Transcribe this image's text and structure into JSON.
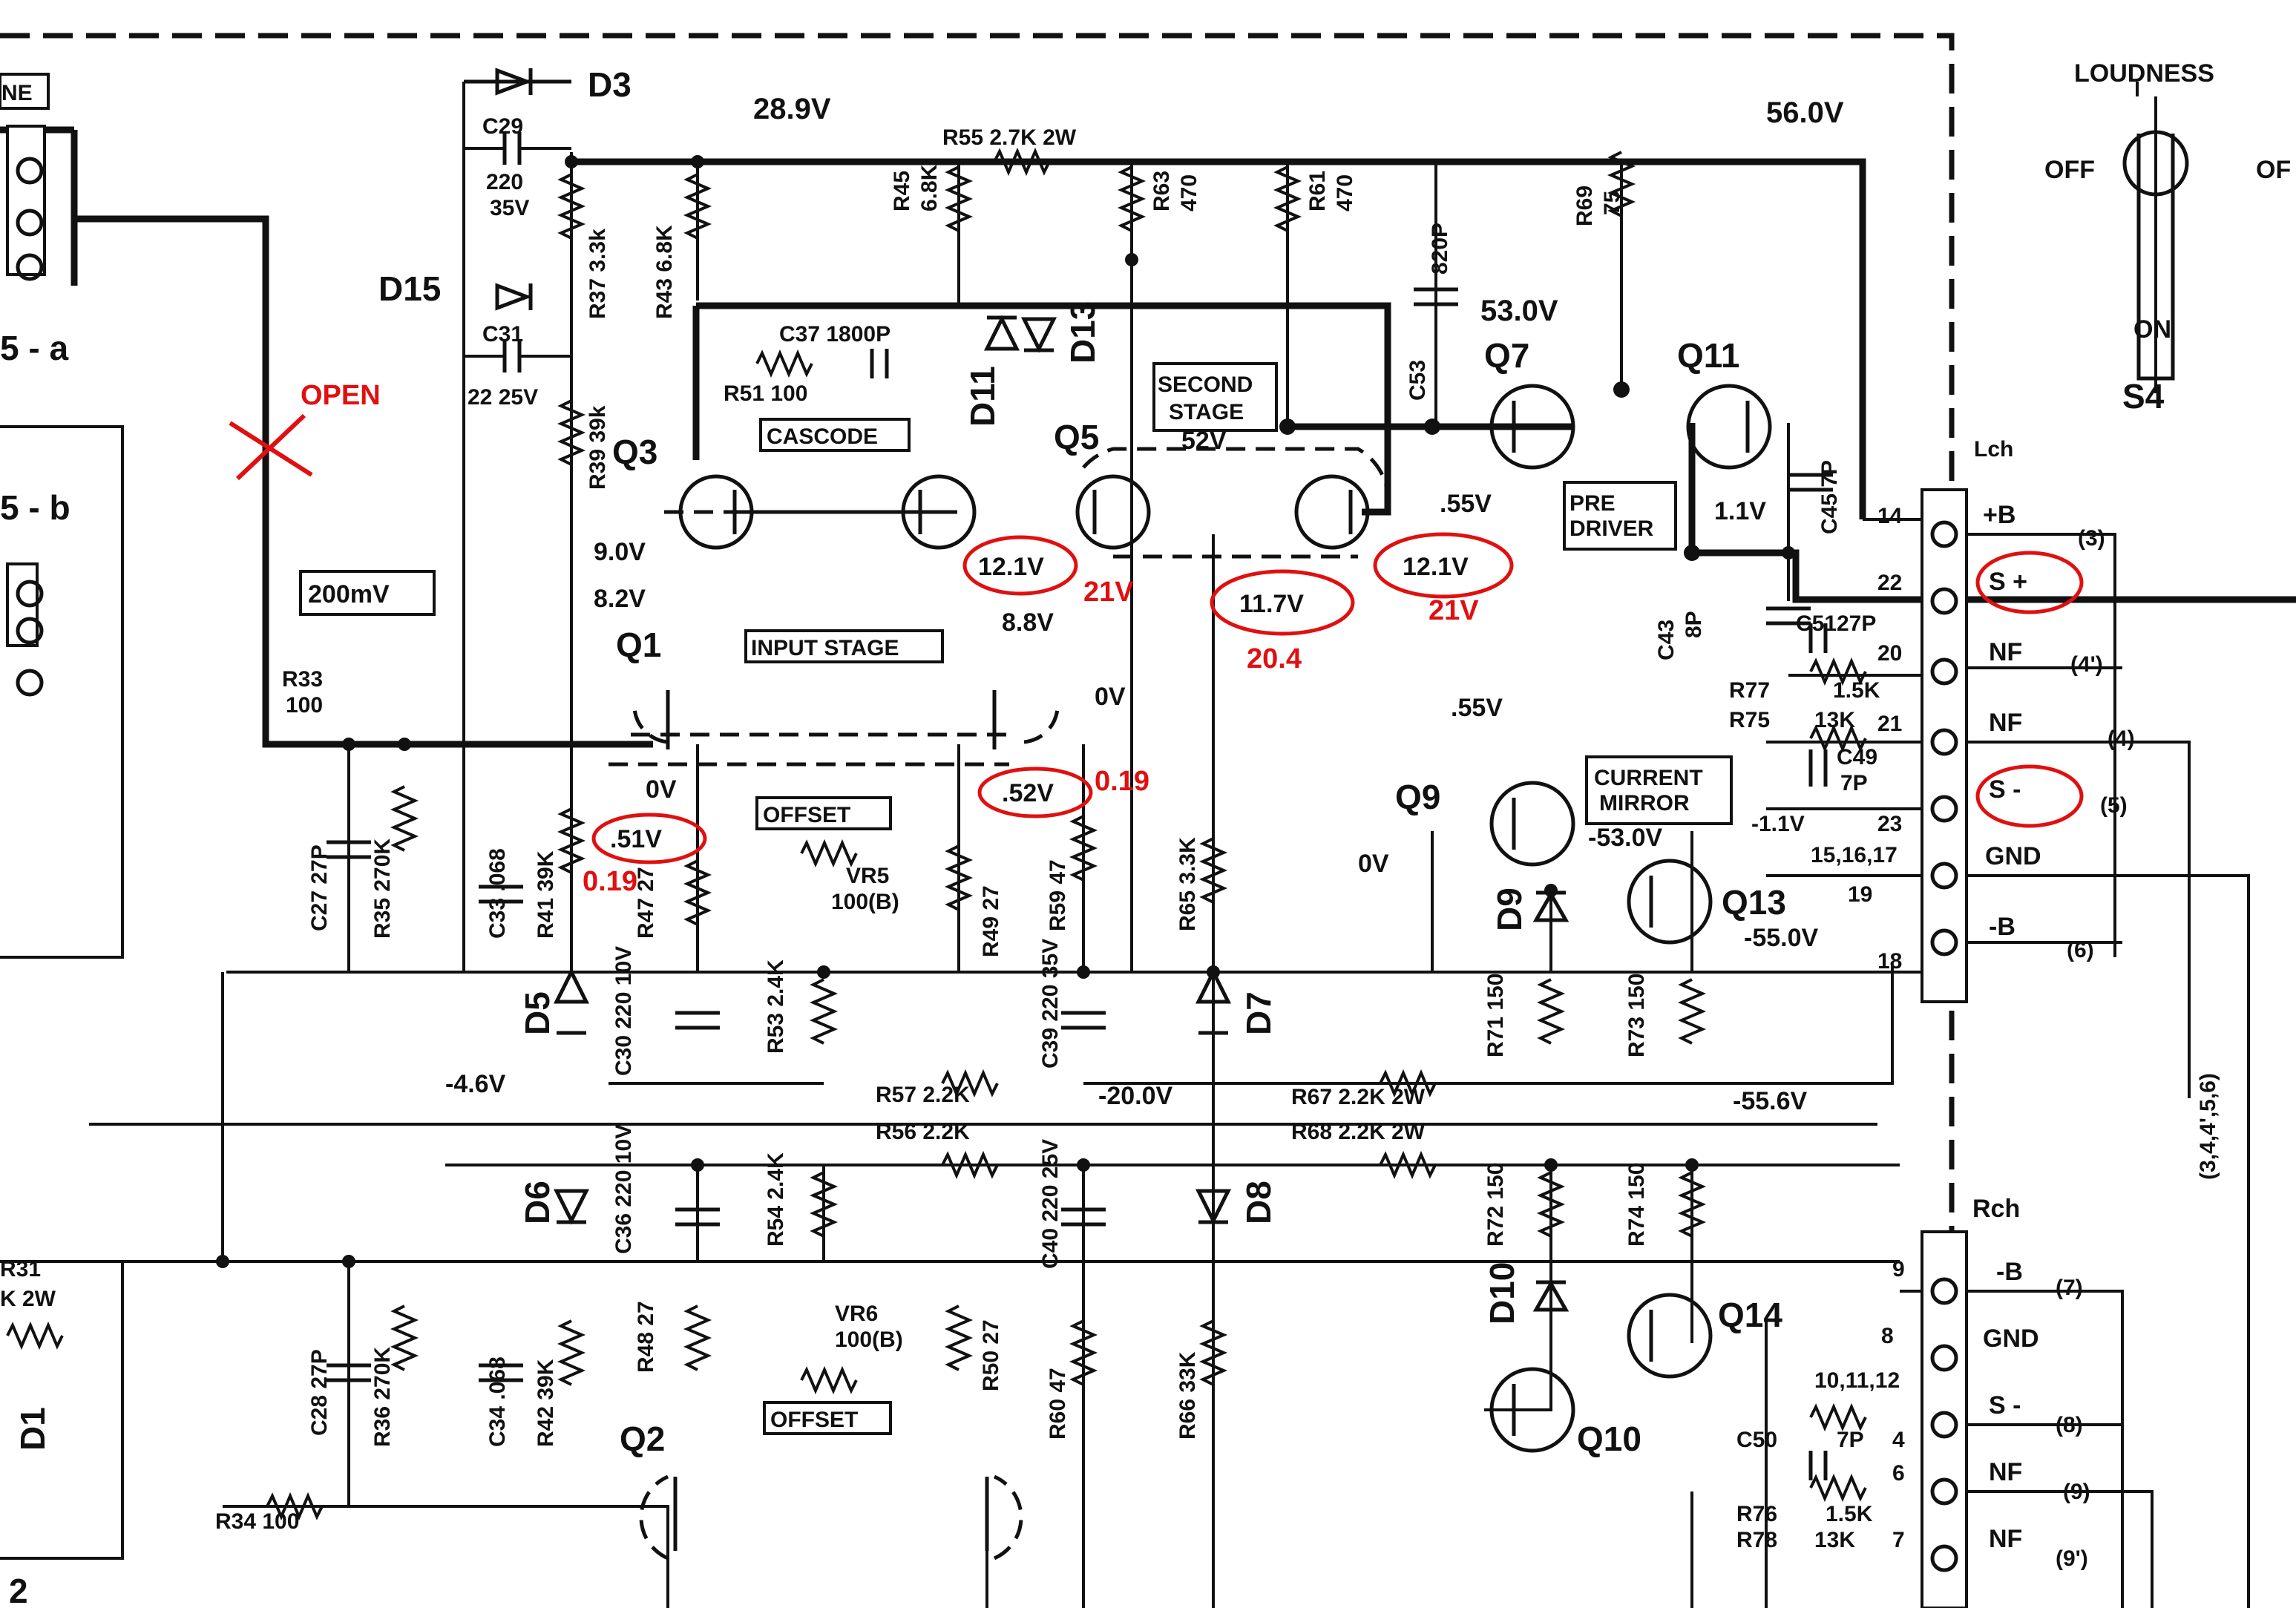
{
  "voltages": {
    "v_28_9": "28.9V",
    "v_56_0": "56.0V",
    "v_53_0": "53.0V",
    "v_52": "52V",
    "v_55_left": ".55V",
    "v_1_1": "1.1V",
    "v_9_0": "9.0V",
    "v_8_2": "8.2V",
    "v_12_1_a": "12.1V",
    "v_12_1_b": "12.1V",
    "v_11_7": "11.7V",
    "v_8_8": "8.8V",
    "v_0v_a": "0V",
    "v_0v_b": "0V",
    "v_0v_c": "0V",
    "v_51": ".51V",
    "v_52b": ".52V",
    "v_55_mid": ".55V",
    "v_neg53": "-53.0V",
    "v_neg1_1": "-1.1V",
    "v_neg55_0": "-55.0V",
    "v_neg4_6": "-4.6V",
    "v_neg20": "-20.0V",
    "v_neg55_6": "-55.6V"
  },
  "annotations": {
    "open": "OPEN",
    "r21_a": "21V",
    "r21_b": "21V",
    "r20_4": "20.4",
    "r0_19_a": "0.19",
    "r0_19_b": "0.19"
  },
  "blocks": {
    "cascode": "CASCODE",
    "second_stage_1": "SECOND",
    "second_stage_2": "STAGE",
    "input_stage": "INPUT STAGE",
    "offset_a": "OFFSET",
    "offset_b": "OFFSET",
    "pre_driver_1": "PRE",
    "pre_driver_2": "DRIVER",
    "current_mirror_1": "CURRENT",
    "current_mirror_2": "MIRROR",
    "mv200": "200mV",
    "ne": "NE"
  },
  "switch": {
    "title": "LOUDNESS",
    "off_l": "OFF",
    "off_r": "OF",
    "on": "ON",
    "name": "S4"
  },
  "transistors": {
    "q1": "Q1",
    "q2": "Q2",
    "q3": "Q3",
    "q5": "Q5",
    "q7": "Q7",
    "q9": "Q9",
    "q10": "Q10",
    "q11": "Q11",
    "q13": "Q13",
    "q14": "Q14"
  },
  "diodes": {
    "d1": "D1",
    "d3": "D3",
    "d5": "D5",
    "d6": "D6",
    "d7": "D7",
    "d8": "D8",
    "d9": "D9",
    "d10": "D10",
    "d11": "D11",
    "d13": "D13",
    "d15": "D15"
  },
  "parts": {
    "c29": "C29",
    "c29v": "220",
    "c29vb": "35V",
    "c31": "C31",
    "c31v": "22 25V",
    "r37": "R37 3.3k",
    "r43": "R43 6.8K",
    "r39": "R39 39k",
    "r55": "R55 2.7K 2W",
    "r45": "R45",
    "r45v": "6.8K",
    "r63": "R63",
    "r63v": "470",
    "r61": "R61",
    "r61v": "470",
    "c53": "C53",
    "c53v": "820P",
    "r69": "R69",
    "r69v": "75",
    "c37": "C37 1800P",
    "r51": "R51 100",
    "r33": "R33",
    "r33v": "100",
    "c27": "C27 27P",
    "r35": "R35 270K",
    "c33": "C33 .068",
    "r41": "R41 39K",
    "r47": "R47 27",
    "vr5": "VR5",
    "vr5v": "100(B)",
    "r49": "R49 27",
    "r59": "R59 47",
    "r65": "R65 3.3K",
    "c43": "C43",
    "c43v": "8P",
    "c51": "C51",
    "c51v": "27P",
    "r77": "R77",
    "r77v": "1.5K",
    "r75": "R75",
    "r75v": "13K",
    "c49": "C49",
    "c49v": "7P",
    "c45": "C45 7P",
    "c30": "C30 220 10V",
    "r53": "R53 2.4K",
    "c39": "C39 220 35V",
    "r71": "R71 150",
    "r73": "R73 150",
    "r57": "R57  2.2K",
    "r56": "R56  2.2K",
    "r67": "R67  2.2K  2W",
    "r68": "R68  2.2K  2W",
    "c36": "C36 220 10V",
    "r54": "R54 2.4K",
    "c40": "C40 220 25V",
    "r72": "R72 150",
    "r74": "R74 150",
    "r31": "R31",
    "r31v": "K 2W",
    "c28": "C28 27P",
    "r36": "R36 270K",
    "c34": "C34 .068",
    "r42": "R42 39K",
    "r48": "R48 27",
    "vr6": "VR6",
    "vr6v": "100(B)",
    "r50": "R50 27",
    "r60": "R60 47",
    "r66": "R66 33K",
    "r34": "R34  100",
    "c50": "C50",
    "c50v": "7P",
    "r76": "R76",
    "r76v": "1.5K",
    "r78": "R78",
    "r78v": "13K",
    "sa": "5 - a",
    "sb": "5 - b",
    "n2": "2"
  },
  "connector_lch": {
    "title": "Lch",
    "pins": [
      "14",
      "22",
      "20",
      "21",
      "23",
      "19",
      "18"
    ],
    "extra": "15,16,17",
    "labels": [
      "+B",
      "S +",
      "NF",
      "NF",
      "S -",
      "GND",
      "-B"
    ],
    "refs": [
      "(3)",
      "(4')",
      "(4)",
      "(5)",
      "(6)"
    ]
  },
  "connector_rch": {
    "title": "Rch",
    "pins": [
      "9",
      "8",
      "10,11,12",
      "4",
      "6",
      "7"
    ],
    "labels": [
      "-B",
      "GND",
      "S -",
      "NF",
      "NF"
    ],
    "refs": [
      "(7)",
      "(8)",
      "(9)",
      "(9')"
    ],
    "bus": "(3,4,4',5,6)"
  }
}
